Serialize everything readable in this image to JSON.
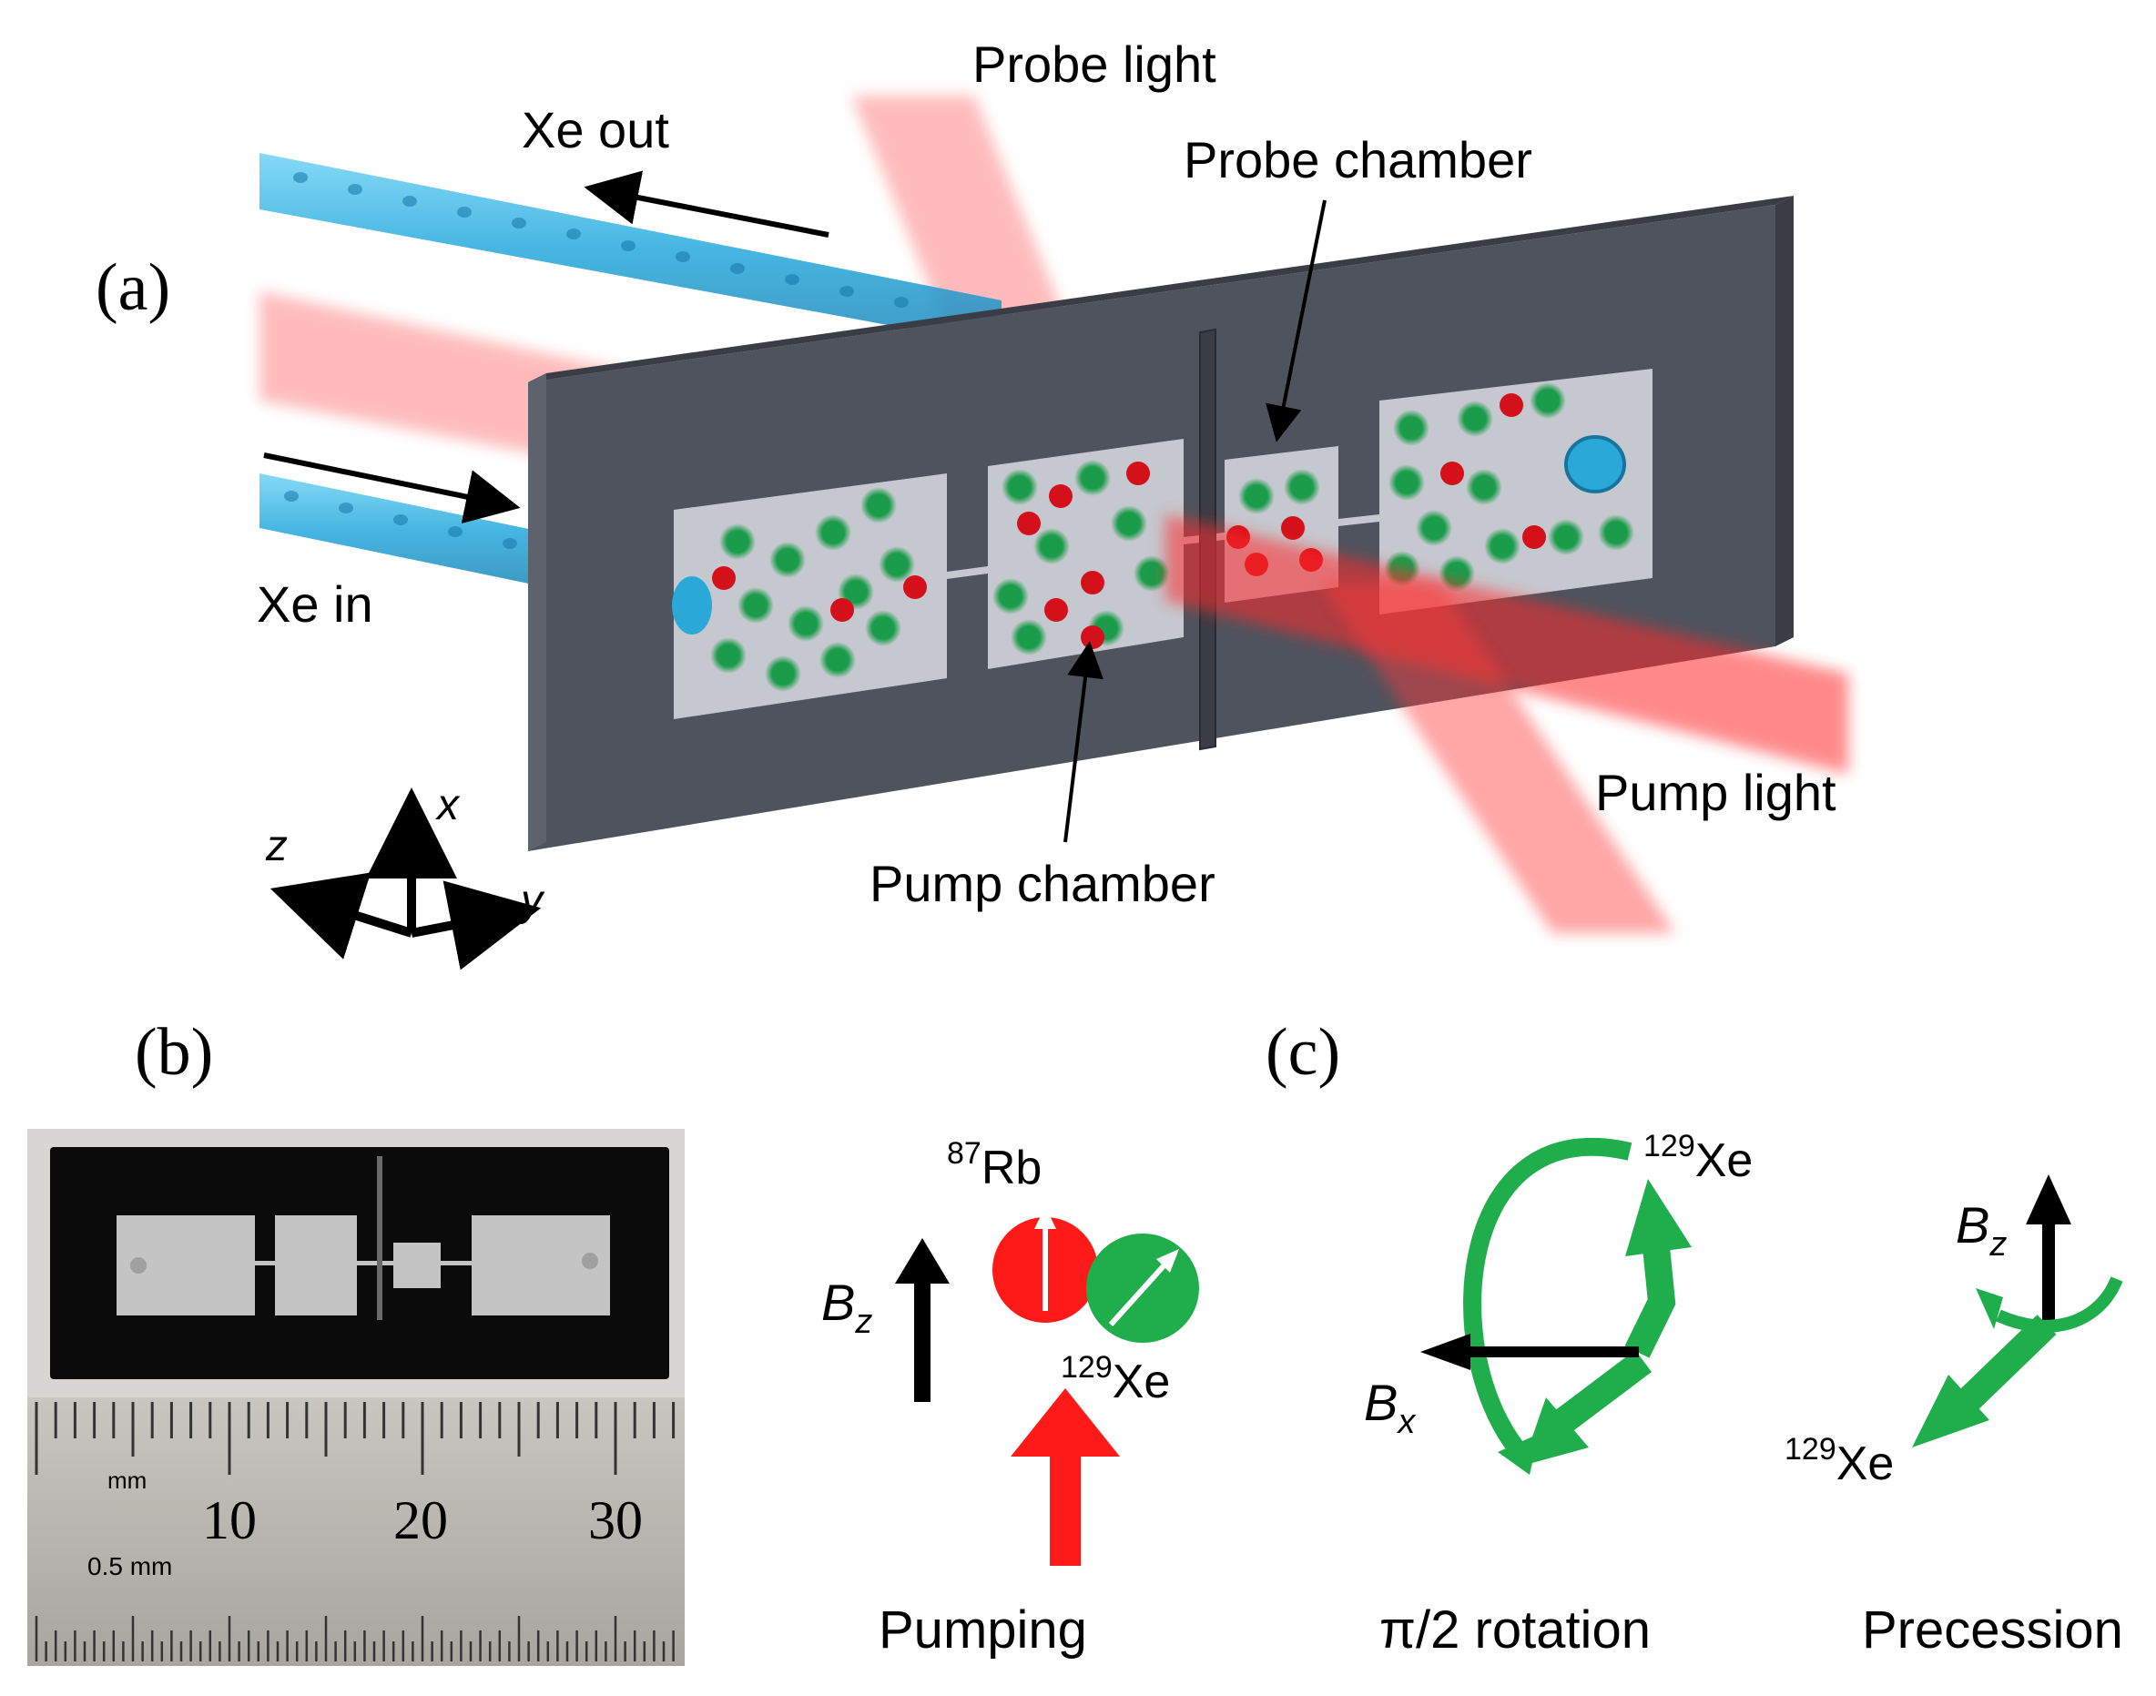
{
  "panel_a": {
    "panel_label": "(a)",
    "labels": {
      "xe_out": "Xe out",
      "xe_in": "Xe in",
      "probe_light": "Probe light",
      "probe_chamber": "Probe chamber",
      "pump_chamber": "Pump chamber",
      "pump_light": "Pump light"
    },
    "axes": {
      "x": "x",
      "y": "y",
      "z": "z"
    },
    "colors": {
      "device": "#4f535d",
      "xe_tube": "#2aa9d8",
      "laser": "#ff3b3b",
      "xe_atom": "#1a9c4a",
      "rb_atom": "#d4101a"
    }
  },
  "panel_b": {
    "panel_label": "(b)",
    "ruler": {
      "unit_label": "mm",
      "sub_label": "0.5 mm",
      "numbers": [
        "10",
        "20",
        "30"
      ]
    }
  },
  "panel_c": {
    "panel_label": "(c)",
    "pumping": {
      "rb_mass": "87",
      "rb_symbol": "Rb",
      "xe_mass": "129",
      "xe_symbol": "Xe",
      "field_symbol": "B",
      "field_sub": "z",
      "caption": "Pumping"
    },
    "rotation": {
      "xe_mass": "129",
      "xe_symbol": "Xe",
      "field_symbol": "B",
      "field_sub": "x",
      "caption": "π/2 rotation"
    },
    "precession": {
      "xe_mass": "129",
      "xe_symbol": "Xe",
      "field_symbol": "B",
      "field_sub": "z",
      "caption": "Precession"
    },
    "colors": {
      "rb": "#ff1a1a",
      "xe": "#1fae4b",
      "pump_arrow": "#ff1a1a",
      "field": "#000000"
    }
  }
}
